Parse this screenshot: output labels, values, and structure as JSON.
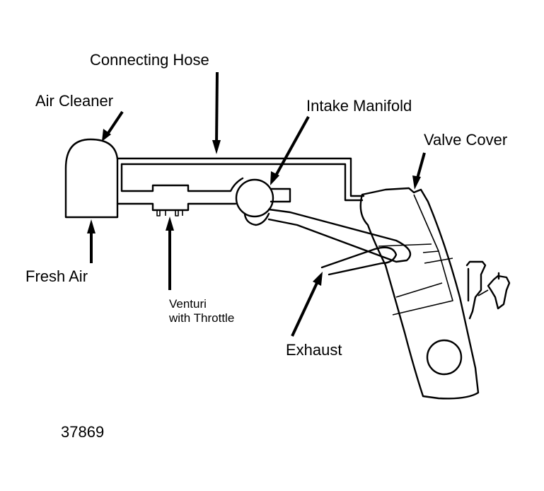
{
  "labels": {
    "connecting_hose": "Connecting Hose",
    "air_cleaner": "Air Cleaner",
    "intake_manifold": "Intake Manifold",
    "valve_cover": "Valve Cover",
    "fresh_air": "Fresh Air",
    "venturi_line1": "Venturi",
    "venturi_line2": "with Throttle",
    "exhaust": "Exhaust",
    "figure_number": "37869"
  }
}
